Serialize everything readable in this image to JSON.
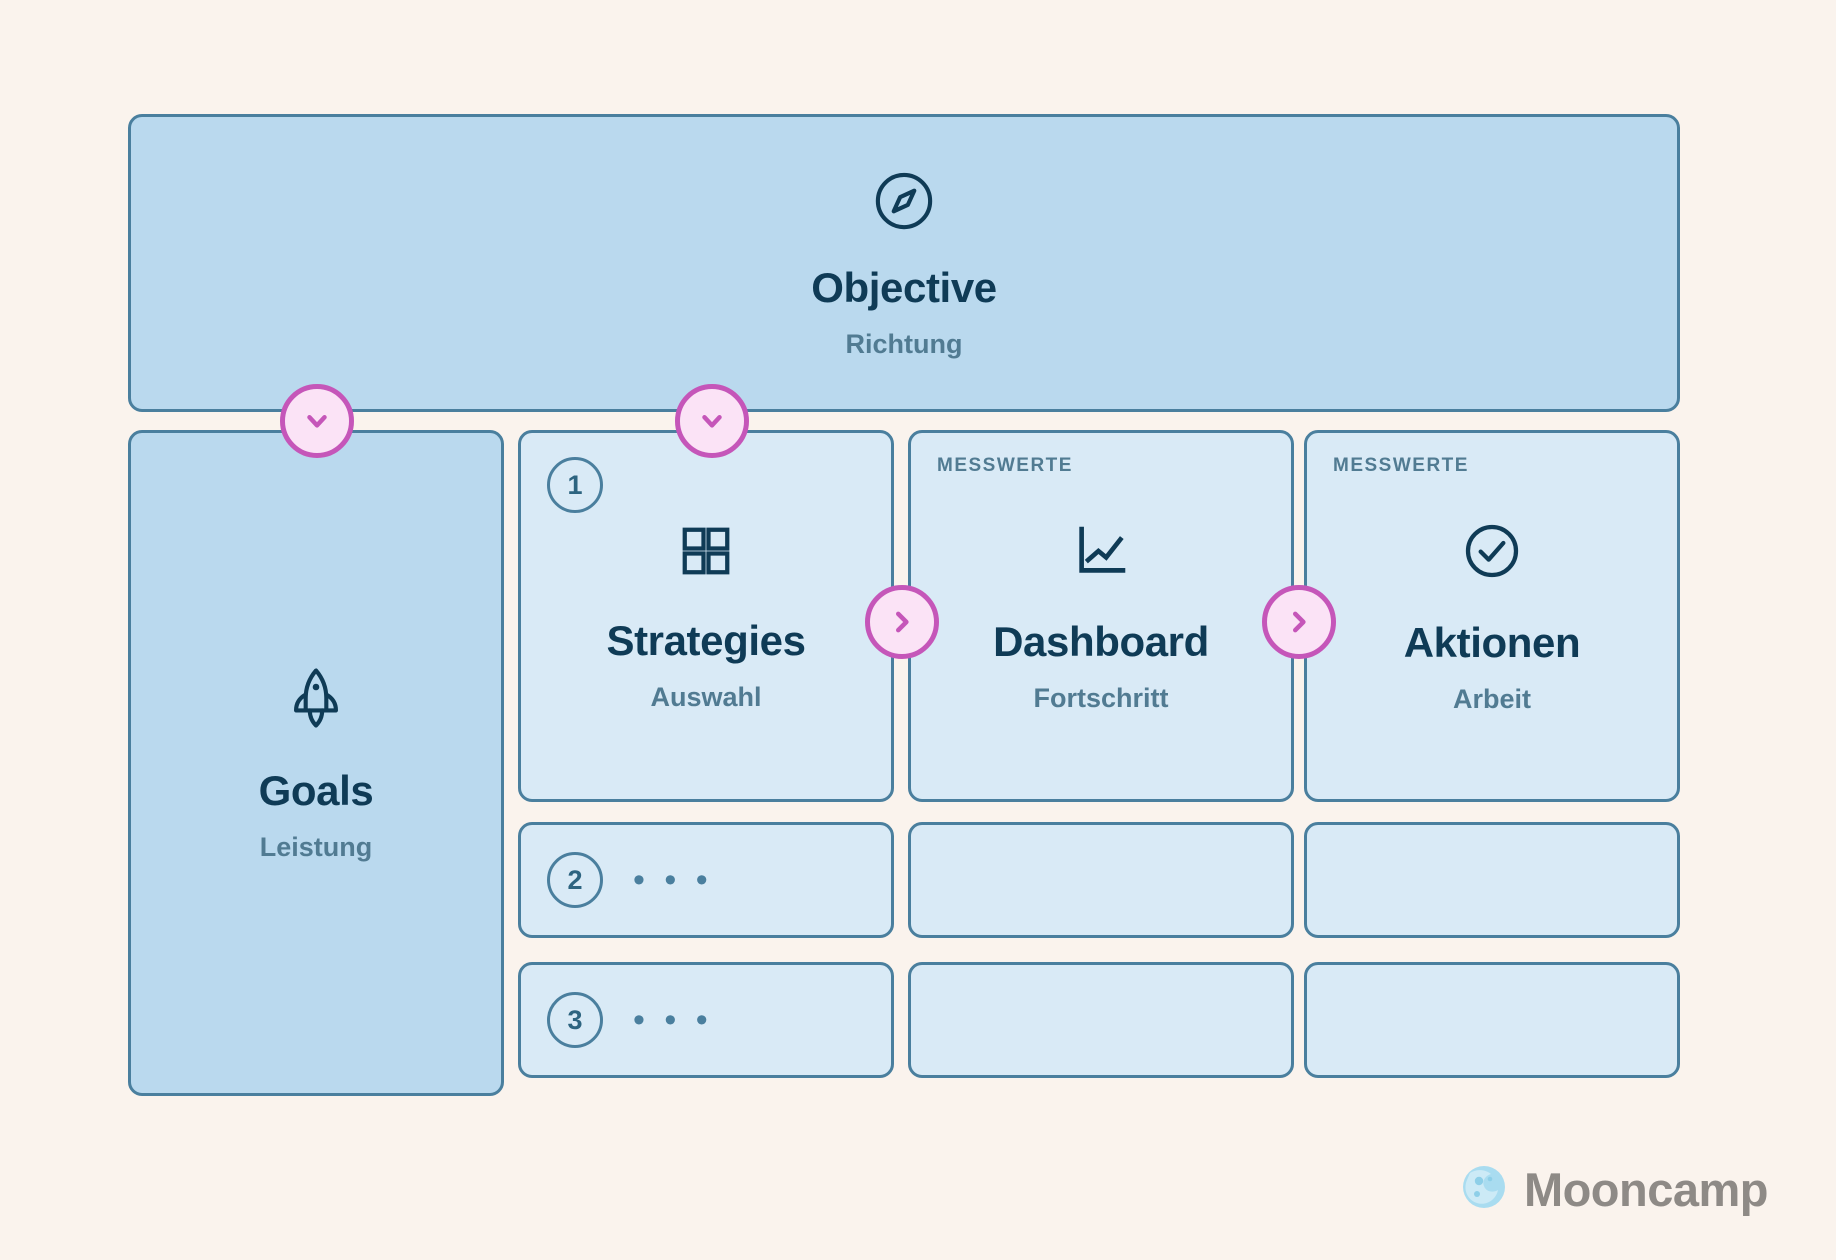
{
  "theme": {
    "background": "#faf3ed",
    "card_fill_light": "#d9eaf6",
    "card_fill_strong": "#bad9ee",
    "card_border": "#4a7f9e",
    "title_color": "#0f3b56",
    "subtitle_color": "#517b92",
    "accent_pink_fill": "#fbe3f6",
    "accent_pink_border": "#c556b9",
    "logo_text_color": "#8e8a86",
    "logo_moon_color": "#a9dcf0"
  },
  "objective": {
    "icon": "compass-icon",
    "title": "Objective",
    "subtitle": "Richtung"
  },
  "goals": {
    "icon": "rocket-icon",
    "title": "Goals",
    "subtitle": "Leistung"
  },
  "columns": [
    {
      "id": "strategies",
      "kicker": "",
      "badge": "1",
      "icon": "grid-icon",
      "title": "Strategies",
      "subtitle": "Auswahl"
    },
    {
      "id": "dashboard",
      "kicker": "MESSWERTE",
      "badge": "",
      "icon": "line-chart-icon",
      "title": "Dashboard",
      "subtitle": "Fortschritt"
    },
    {
      "id": "aktionen",
      "kicker": "MESSWERTE",
      "badge": "",
      "icon": "check-circle-icon",
      "title": "Aktionen",
      "subtitle": "Arbeit"
    }
  ],
  "sub_rows": [
    {
      "badge": "2",
      "placeholder": "• • •"
    },
    {
      "badge": "3",
      "placeholder": "• • •"
    }
  ],
  "connectors": [
    {
      "id": "node-down-1",
      "icon": "chevron-down-icon"
    },
    {
      "id": "node-down-2",
      "icon": "chevron-down-icon"
    },
    {
      "id": "node-right-1",
      "icon": "chevron-right-icon"
    },
    {
      "id": "node-right-2",
      "icon": "chevron-right-icon"
    }
  ],
  "logo": {
    "icon": "moon-icon",
    "text": "Mooncamp"
  }
}
